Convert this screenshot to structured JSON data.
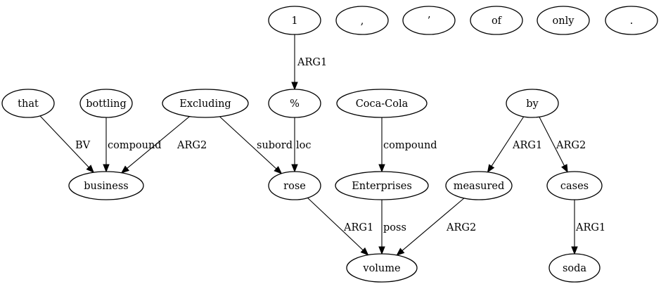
{
  "nodes": {
    "n1": "1",
    "comma": ",",
    "apos": "’",
    "of": "of",
    "only": "only",
    "period": ".",
    "that": "that",
    "bottling": "bottling",
    "excluding": "Excluding",
    "percent": "%",
    "cocacola": "Coca-Cola",
    "by": "by",
    "business": "business",
    "rose": "rose",
    "enterprises": "Enterprises",
    "measured": "measured",
    "cases": "cases",
    "volume": "volume",
    "soda": "soda"
  },
  "edges": [
    {
      "from": "n1",
      "to": "percent",
      "label": "ARG1"
    },
    {
      "from": "that",
      "to": "business",
      "label": "BV"
    },
    {
      "from": "bottling",
      "to": "business",
      "label": "compound"
    },
    {
      "from": "excluding",
      "to": "business",
      "label": "ARG2"
    },
    {
      "from": "excluding",
      "to": "rose",
      "label": "subord"
    },
    {
      "from": "percent",
      "to": "rose",
      "label": "loc"
    },
    {
      "from": "cocacola",
      "to": "enterprises",
      "label": "compound"
    },
    {
      "from": "by",
      "to": "measured",
      "label": "ARG1"
    },
    {
      "from": "by",
      "to": "cases",
      "label": "ARG2"
    },
    {
      "from": "rose",
      "to": "volume",
      "label": "ARG1"
    },
    {
      "from": "enterprises",
      "to": "volume",
      "label": "poss"
    },
    {
      "from": "measured",
      "to": "volume",
      "label": "ARG2"
    },
    {
      "from": "cases",
      "to": "soda",
      "label": "ARG1"
    }
  ]
}
